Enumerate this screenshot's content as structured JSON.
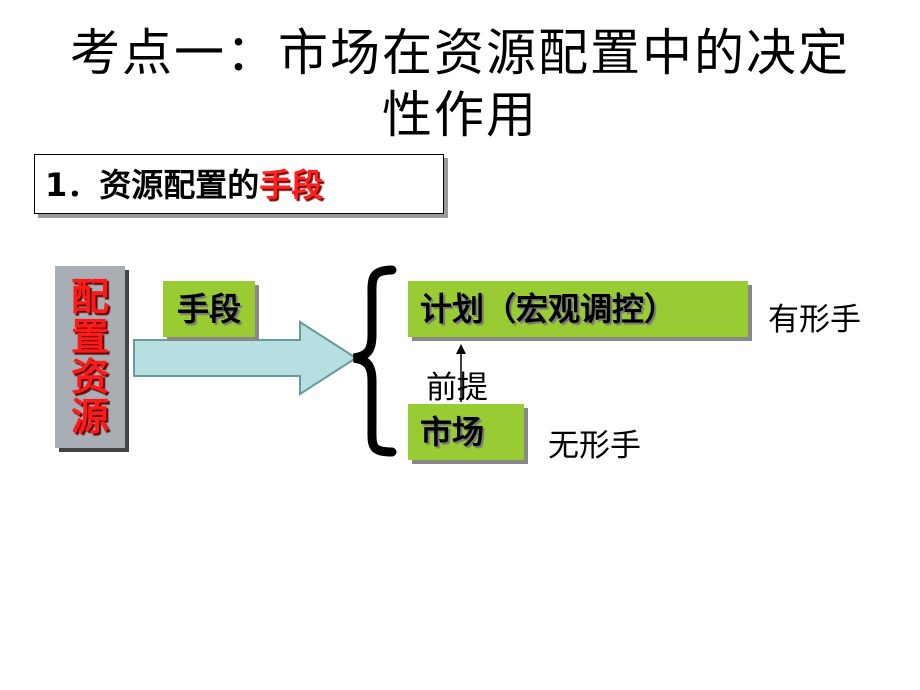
{
  "title": {
    "line1": "考点一：市场在资源配置中的决定",
    "line2": "性作用"
  },
  "section": {
    "prefix": "1．资源配置的",
    "highlight": "手段"
  },
  "left_box": {
    "chars": [
      "配",
      "置",
      "资",
      "源"
    ]
  },
  "means_label": "手段",
  "plan": {
    "label": "计划（宏观调控）",
    "note": "有形手"
  },
  "premise_label": "前提",
  "market": {
    "label": "市场",
    "note": "无形手"
  },
  "colors": {
    "green": "#99cc33",
    "gray_box": "#a8aeb3",
    "red": "#ff1a1a"
  }
}
